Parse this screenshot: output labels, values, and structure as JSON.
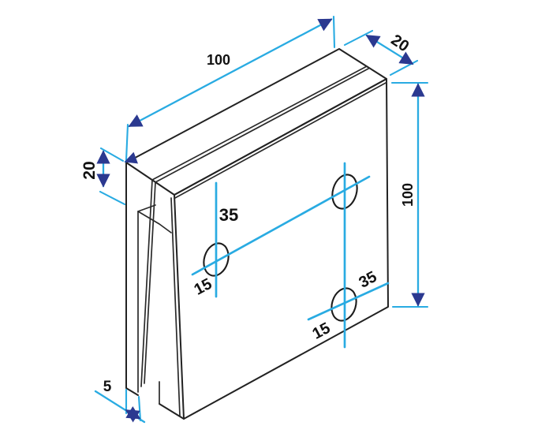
{
  "drawing": {
    "title": "isometric dimensioned sketch of slotted clamp block",
    "colors": {
      "edge": "#222222",
      "dimension_line": "#29abe2",
      "arrowhead": "#2b3990",
      "label": "#111111",
      "background": "#ffffff"
    },
    "holes": [
      "mid-left-hole",
      "top-right-hole",
      "bottom-right-hole"
    ],
    "dimensions": {
      "top_length": {
        "label": "100"
      },
      "top_depth": {
        "label": "20"
      },
      "left_slot_height": {
        "label": "20"
      },
      "right_height": {
        "label": "100"
      },
      "plate_thickness": {
        "label": "5"
      },
      "mid_hole_vertical": {
        "label": "35"
      },
      "mid_hole_lateral": {
        "label": "15"
      },
      "bottom_hole_lateral": {
        "label": "35"
      },
      "bottom_hole_vertical": {
        "label": "15"
      }
    }
  }
}
